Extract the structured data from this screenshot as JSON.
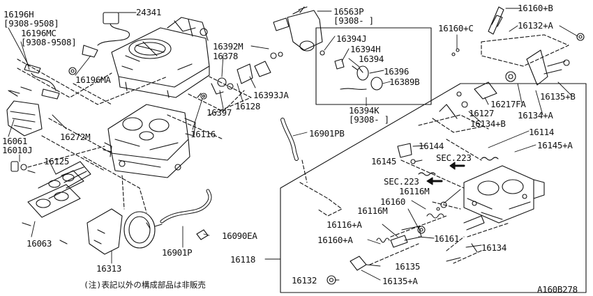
{
  "labels": {
    "l16196h": "16196H",
    "l9308_9508a": "[9308-9508]",
    "l16196mc": "16196MC",
    "l9308_9508b": "[9308-9508]",
    "l24341": "24341",
    "l16196ma": "16196MA",
    "l16061": "16061",
    "l16010j": "16010J",
    "l16272m": "16272M",
    "l16125": "16125",
    "l16063": "16063",
    "l16313": "16313",
    "l16392m": "16392M",
    "l16378": "16378",
    "l16397": "16397",
    "l16128": "16128",
    "l16393ja": "16393JA",
    "l16116": "16116",
    "l16563p": "16563P",
    "l9308p": "[9308- ]",
    "l16394j": "16394J",
    "l16394h": "16394H",
    "l16394": "16394",
    "l16396": "16396",
    "l16389b": "16389B",
    "l16394k": "16394K",
    "l9308k": "[9308- ]",
    "l16901pb": "16901PB",
    "l16160b": "16160+B",
    "l16160c": "16160+C",
    "l16132a_top": "16132+A",
    "l16135b": "16135+B",
    "l16127": "16127",
    "l16217fa": "16217FA",
    "l16134a": "16134+A",
    "l16134b": "16134+B",
    "l16114": "16114",
    "l16145a": "16145+A",
    "l16144": "16144",
    "l16145": "16145",
    "lsec223a": "SEC.223",
    "lsec223b": "SEC.223",
    "l16116m_a": "16116M",
    "l16160": "16160",
    "l16116m_b": "16116M",
    "l16116a": "16116+A",
    "l16160a": "16160+A",
    "l16161": "16161",
    "l16134": "16134",
    "l16135": "16135",
    "l16132": "16132",
    "l16135a": "16135+A",
    "l16118": "16118",
    "l16090ea": "16090EA",
    "l16901p": "16901P",
    "note": "(注)表記以外の構成部品は非販売",
    "diagram_code": "A160B278"
  }
}
